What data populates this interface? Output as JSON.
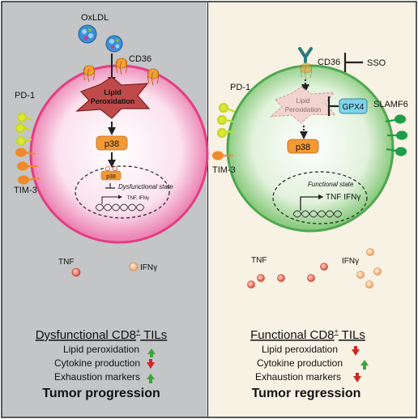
{
  "left": {
    "oxldl": "OxLDL",
    "cd36": "CD36",
    "pd1": "PD-1",
    "tim3": "TIM-3",
    "lipid_line1": "Lipid",
    "lipid_line2": "Peroxidation",
    "p38": "p38",
    "p38_small": "p38",
    "state": "Dysfunctional state",
    "genes": "TNF, IFNγ",
    "tnf": "TNF",
    "ifng": "IFNγ",
    "title_pre": "Dysfunctional CD8",
    "title_sup": "+",
    "title_post": " TILs",
    "items": [
      "Lipid peroxidation",
      "Cytokine production",
      "Exhaustion markers"
    ],
    "outcome": "Tumor progression"
  },
  "right": {
    "cd36": "CD36",
    "sso": "SSO",
    "pd1": "PD-1",
    "tim3": "TIM-3",
    "slamf6": "SLAMF6",
    "lipid_line1": "Lipid",
    "lipid_line2": "Peroxidation",
    "gpx4": "GPX4",
    "p38": "p38",
    "state": "Functional state",
    "genes": "TNF IFNγ",
    "tnf": "TNF",
    "ifng": "IFNγ",
    "title_pre": "Functional CD8",
    "title_sup": "+",
    "title_post": " TILs",
    "items": [
      "Lipid peroxidation",
      "Cytokine production",
      "Exhaustion markers"
    ],
    "outcome": "Tumor regression"
  },
  "colors": {
    "left_bg": "#c4c5c7",
    "right_bg": "#f7f2e4",
    "cell_left": "#e43d82",
    "cell_right": "#4ea84e",
    "arrow_up": "#3aa63a",
    "arrow_down": "#d42424",
    "p38": "#f39a36",
    "gpx4": "#7fd3e8"
  }
}
